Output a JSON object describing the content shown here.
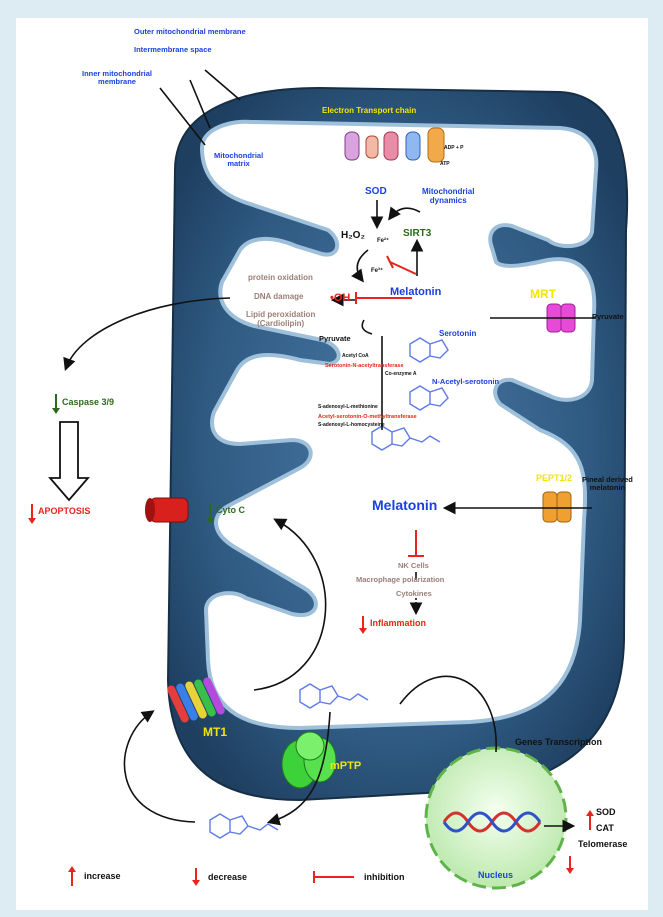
{
  "membrane_labels": {
    "outer": "Outer mitochondrial membrane",
    "intermembrane": "Intermembrane space",
    "inner_l1": "Inner mitochondrial",
    "inner_l2": "membrane",
    "matrix_l1": "Mitochondrial",
    "matrix_l2": "matrix"
  },
  "etc": {
    "title": "Electron Transport chain",
    "adp": "ADP + P",
    "atp": "ATP"
  },
  "ros": {
    "sod": "SOD",
    "dynamics_l1": "Mitochondrial",
    "dynamics_l2": "dynamics",
    "h2o2": "H₂O₂",
    "fe2": "Fe²⁺",
    "fe3": "Fe³⁺",
    "sirt3": "SIRT3",
    "oh": "•OH",
    "melatonin": "Melatonin"
  },
  "damage": {
    "protein": "protein oxidation",
    "dna": "DNA damage",
    "lipid_l1": "Lipid peroxidation",
    "lipid_l2": "(Cardiolipin)"
  },
  "transport": {
    "mrt": "MRT",
    "pyruvate_out": "Pyruvate",
    "pyruvate_in": "Pyruvate",
    "pept": "PEPT1/2",
    "pineal_l1": "Pineal derived",
    "pineal_l2": "melatonin"
  },
  "synthesis": {
    "serotonin": "Serotonin",
    "acetyl_coa": "Acetyl CoA",
    "coenzyme": "Co-enzyme A",
    "aanat": "Serotonin-N-acetyltransferase",
    "nas": "N-Acetyl-serotonin",
    "sam": "S-adenosyl-L-methionine",
    "asmt": "Acetyl-serotonin-O-methyltransferase",
    "sah": "S-adenosyl-L-homocysteine",
    "melatonin": "Melatonin"
  },
  "inflammation": {
    "nk": "NK Cells",
    "macrophage": "Macrophage polarization",
    "cytokines": "Cytokines",
    "result": "Inflammation"
  },
  "apoptosis": {
    "caspase": "Caspase 3/9",
    "cyto": "Cyto C",
    "apoptosis": "APOPTOSIS"
  },
  "receptors": {
    "mt1": "MT1",
    "mptp": "mPTP"
  },
  "nucleus": {
    "genes": "Genes Transcription",
    "label": "Nucleus",
    "sod": "SOD",
    "cat": "CAT",
    "telomerase": "Telomerase"
  },
  "legend": {
    "increase": "increase",
    "decrease": "decrease",
    "inhibition": "inhibition"
  },
  "colors": {
    "membrane": "#2e567d",
    "membrane_highlight": "#9fc0da",
    "matrix": "#ffffff",
    "text_blue": "#1a3fe0",
    "text_red": "#e8241c",
    "text_green": "#2b6a1d",
    "mrt_transporter": "#e64ad6",
    "pept_transporter": "#f0a030",
    "mptp_channel": "#3ed23a",
    "nucleus": "#d4f5c9"
  }
}
